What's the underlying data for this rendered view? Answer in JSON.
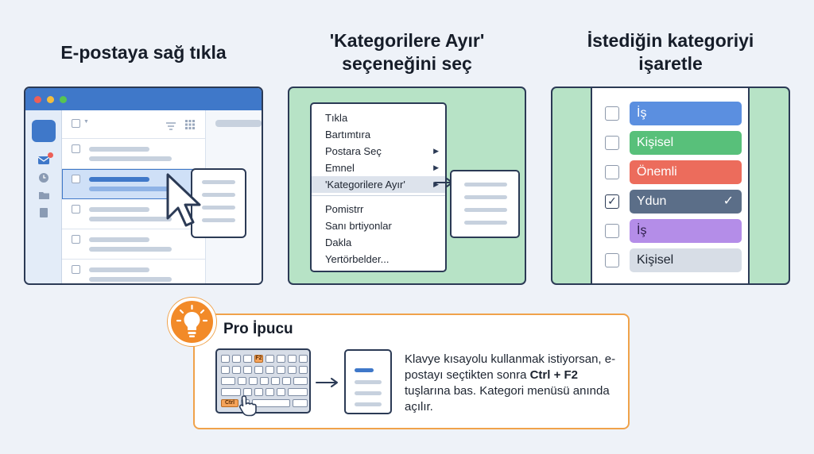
{
  "steps": [
    {
      "title": "E-postaya sağ tıkla"
    },
    {
      "title_line1": "'Kategorilere Ayır'",
      "title_line2": "seçeneğini seç"
    },
    {
      "title_line1": "İstediğin kategoriyi",
      "title_line2": "işaretle"
    }
  ],
  "context_menu": {
    "items": [
      "Tıkla",
      "Bartımtıra",
      "Postara Seç",
      "Emnel",
      "'Kategorilere Ayır'"
    ],
    "items_after_divider": [
      "Pomistrr",
      "Sanı brtiyonlar",
      "Dakla",
      "Yertörbelder..."
    ],
    "highlighted": "'Kategorilere Ayır'"
  },
  "categories": [
    {
      "label": "İş",
      "color": "#5b8fe0",
      "text_color": "#ffffff",
      "checked": false
    },
    {
      "label": "Kişisel",
      "color": "#58c07a",
      "text_color": "#ffffff",
      "checked": false
    },
    {
      "label": "Önemli",
      "color": "#ec6c5c",
      "text_color": "#ffffff",
      "checked": false
    },
    {
      "label": "Ydun",
      "color": "#5b6e88",
      "text_color": "#ffffff",
      "checked": true
    },
    {
      "label": "İş",
      "color": "#b48de8",
      "text_color": "#2b1c47",
      "checked": false
    },
    {
      "label": "Kişisel",
      "color": "#d7dde6",
      "text_color": "#1d2430",
      "checked": false
    }
  ],
  "tip": {
    "title": "Pro İpucu",
    "key_f2": "F2",
    "key_ctrl": "Ctrl",
    "text_part1": "Klavye kısayolu kullanmak istiyorsan, e-postayı seçtikten sonra ",
    "shortcut": "Ctrl + F2",
    "text_part2": " tuşlarına bas. Kategori menüsü anında açılır."
  },
  "colors": {
    "accent_blue": "#3f78c9",
    "panel_green": "#b7e3c6",
    "tip_orange": "#f28a28",
    "outline": "#2b3a55"
  }
}
